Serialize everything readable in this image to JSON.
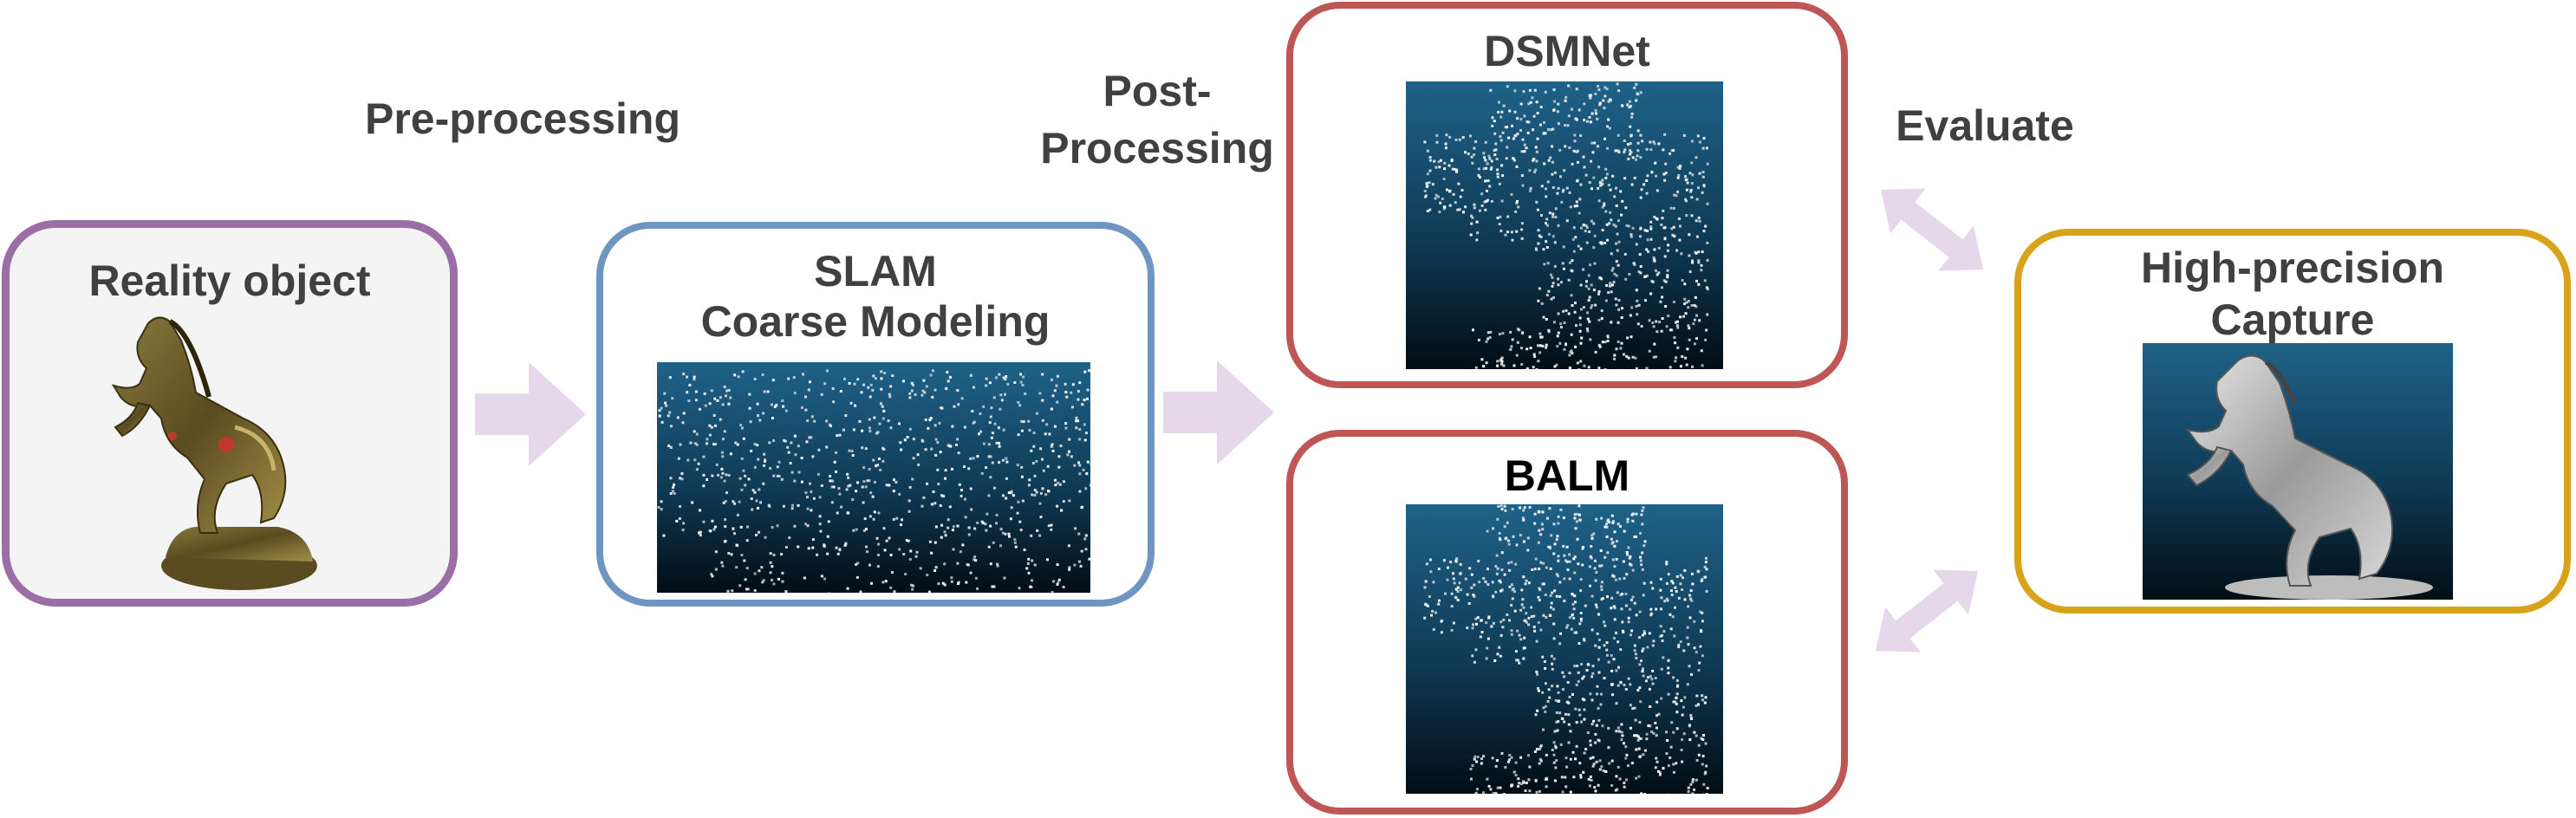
{
  "stages": {
    "reality": {
      "title": "Reality object"
    },
    "slam": {
      "title_line1": "SLAM",
      "title_line2": "Coarse Modeling"
    },
    "dsmnet": {
      "title": "DSMNet"
    },
    "balm": {
      "title": "BALM"
    },
    "capture": {
      "title_line1": "High-precision",
      "title_line2": "Capture"
    }
  },
  "steps": {
    "pre": "Pre-processing",
    "post_line1": "Post-",
    "post_line2": "Processing",
    "evaluate": "Evaluate"
  },
  "colors": {
    "reality_border": "#9b6fa6",
    "slam_border": "#6f95c3",
    "dsmnet_border": "#bd5654",
    "balm_border": "#bd5654",
    "capture_border": "#d9a21b",
    "arrow": "#e6d8ea",
    "panel_top": "#1d5e86",
    "panel_bottom": "#03121c",
    "text": "#404040",
    "balm_text": "#000000"
  }
}
